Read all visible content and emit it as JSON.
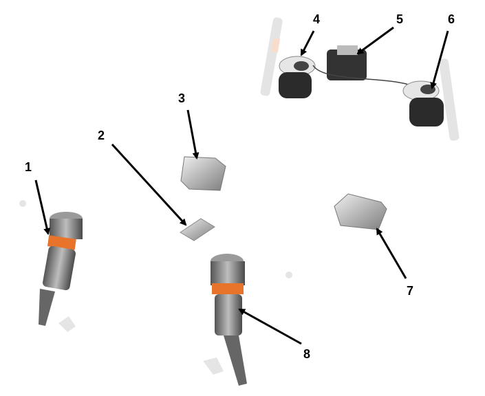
{
  "diagram": {
    "callouts": [
      "1",
      "2",
      "3",
      "4",
      "5",
      "6",
      "7",
      "8"
    ],
    "colors": {
      "arrow": "#000000",
      "metal": "#8a8a8a",
      "accent": "#e8742c",
      "ghost": "#d9d9d9"
    }
  }
}
